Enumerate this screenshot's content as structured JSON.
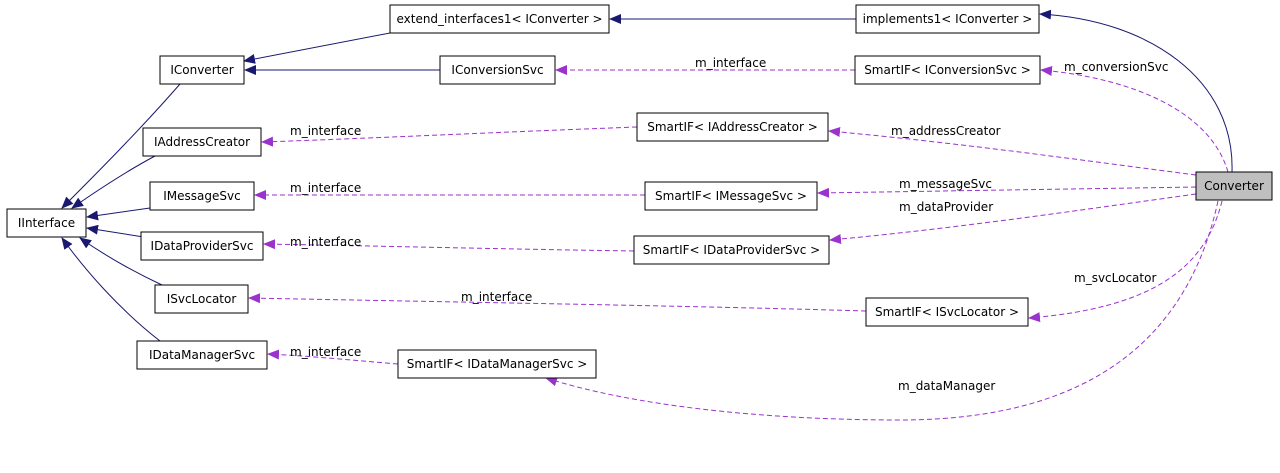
{
  "colors": {
    "inheritance": "#191970",
    "usage": "#9a32cd",
    "highlight_fill": "#bfbfbf"
  },
  "nodes": {
    "extend_interfaces1": "extend_interfaces1< IConverter >",
    "implements1": "implements1< IConverter >",
    "iconverter": "IConverter",
    "iconversionsvc": "IConversionSvc",
    "smartif_iconversionsvc": "SmartIF< IConversionSvc >",
    "smartif_iaddresscreator": "SmartIF< IAddressCreator >",
    "iaddresscreator": "IAddressCreator",
    "converter": "Converter",
    "imessagesvc": "IMessageSvc",
    "smartif_imessagesvc": "SmartIF< IMessageSvc >",
    "iinterface": "IInterface",
    "idataprovidersvc": "IDataProviderSvc",
    "smartif_idataprovidersvc": "SmartIF< IDataProviderSvc >",
    "isvclocator": "ISvcLocator",
    "smartif_isvclocator": "SmartIF< ISvcLocator >",
    "idatamanagersvc": "IDataManagerSvc",
    "smartif_idatamanagersvc": "SmartIF< IDataManagerSvc >"
  },
  "edge_labels": {
    "conv_interface": "m_interface",
    "m_conversionSvc": "m_conversionSvc",
    "addr_interface": "m_interface",
    "m_addressCreator": "m_addressCreator",
    "msg_interface": "m_interface",
    "m_messageSvc": "m_messageSvc",
    "m_dataProvider": "m_dataProvider",
    "dp_interface": "m_interface",
    "m_svcLocator": "m_svcLocator",
    "svc_interface": "m_interface",
    "dm_interface": "m_interface",
    "m_dataManager": "m_dataManager"
  }
}
